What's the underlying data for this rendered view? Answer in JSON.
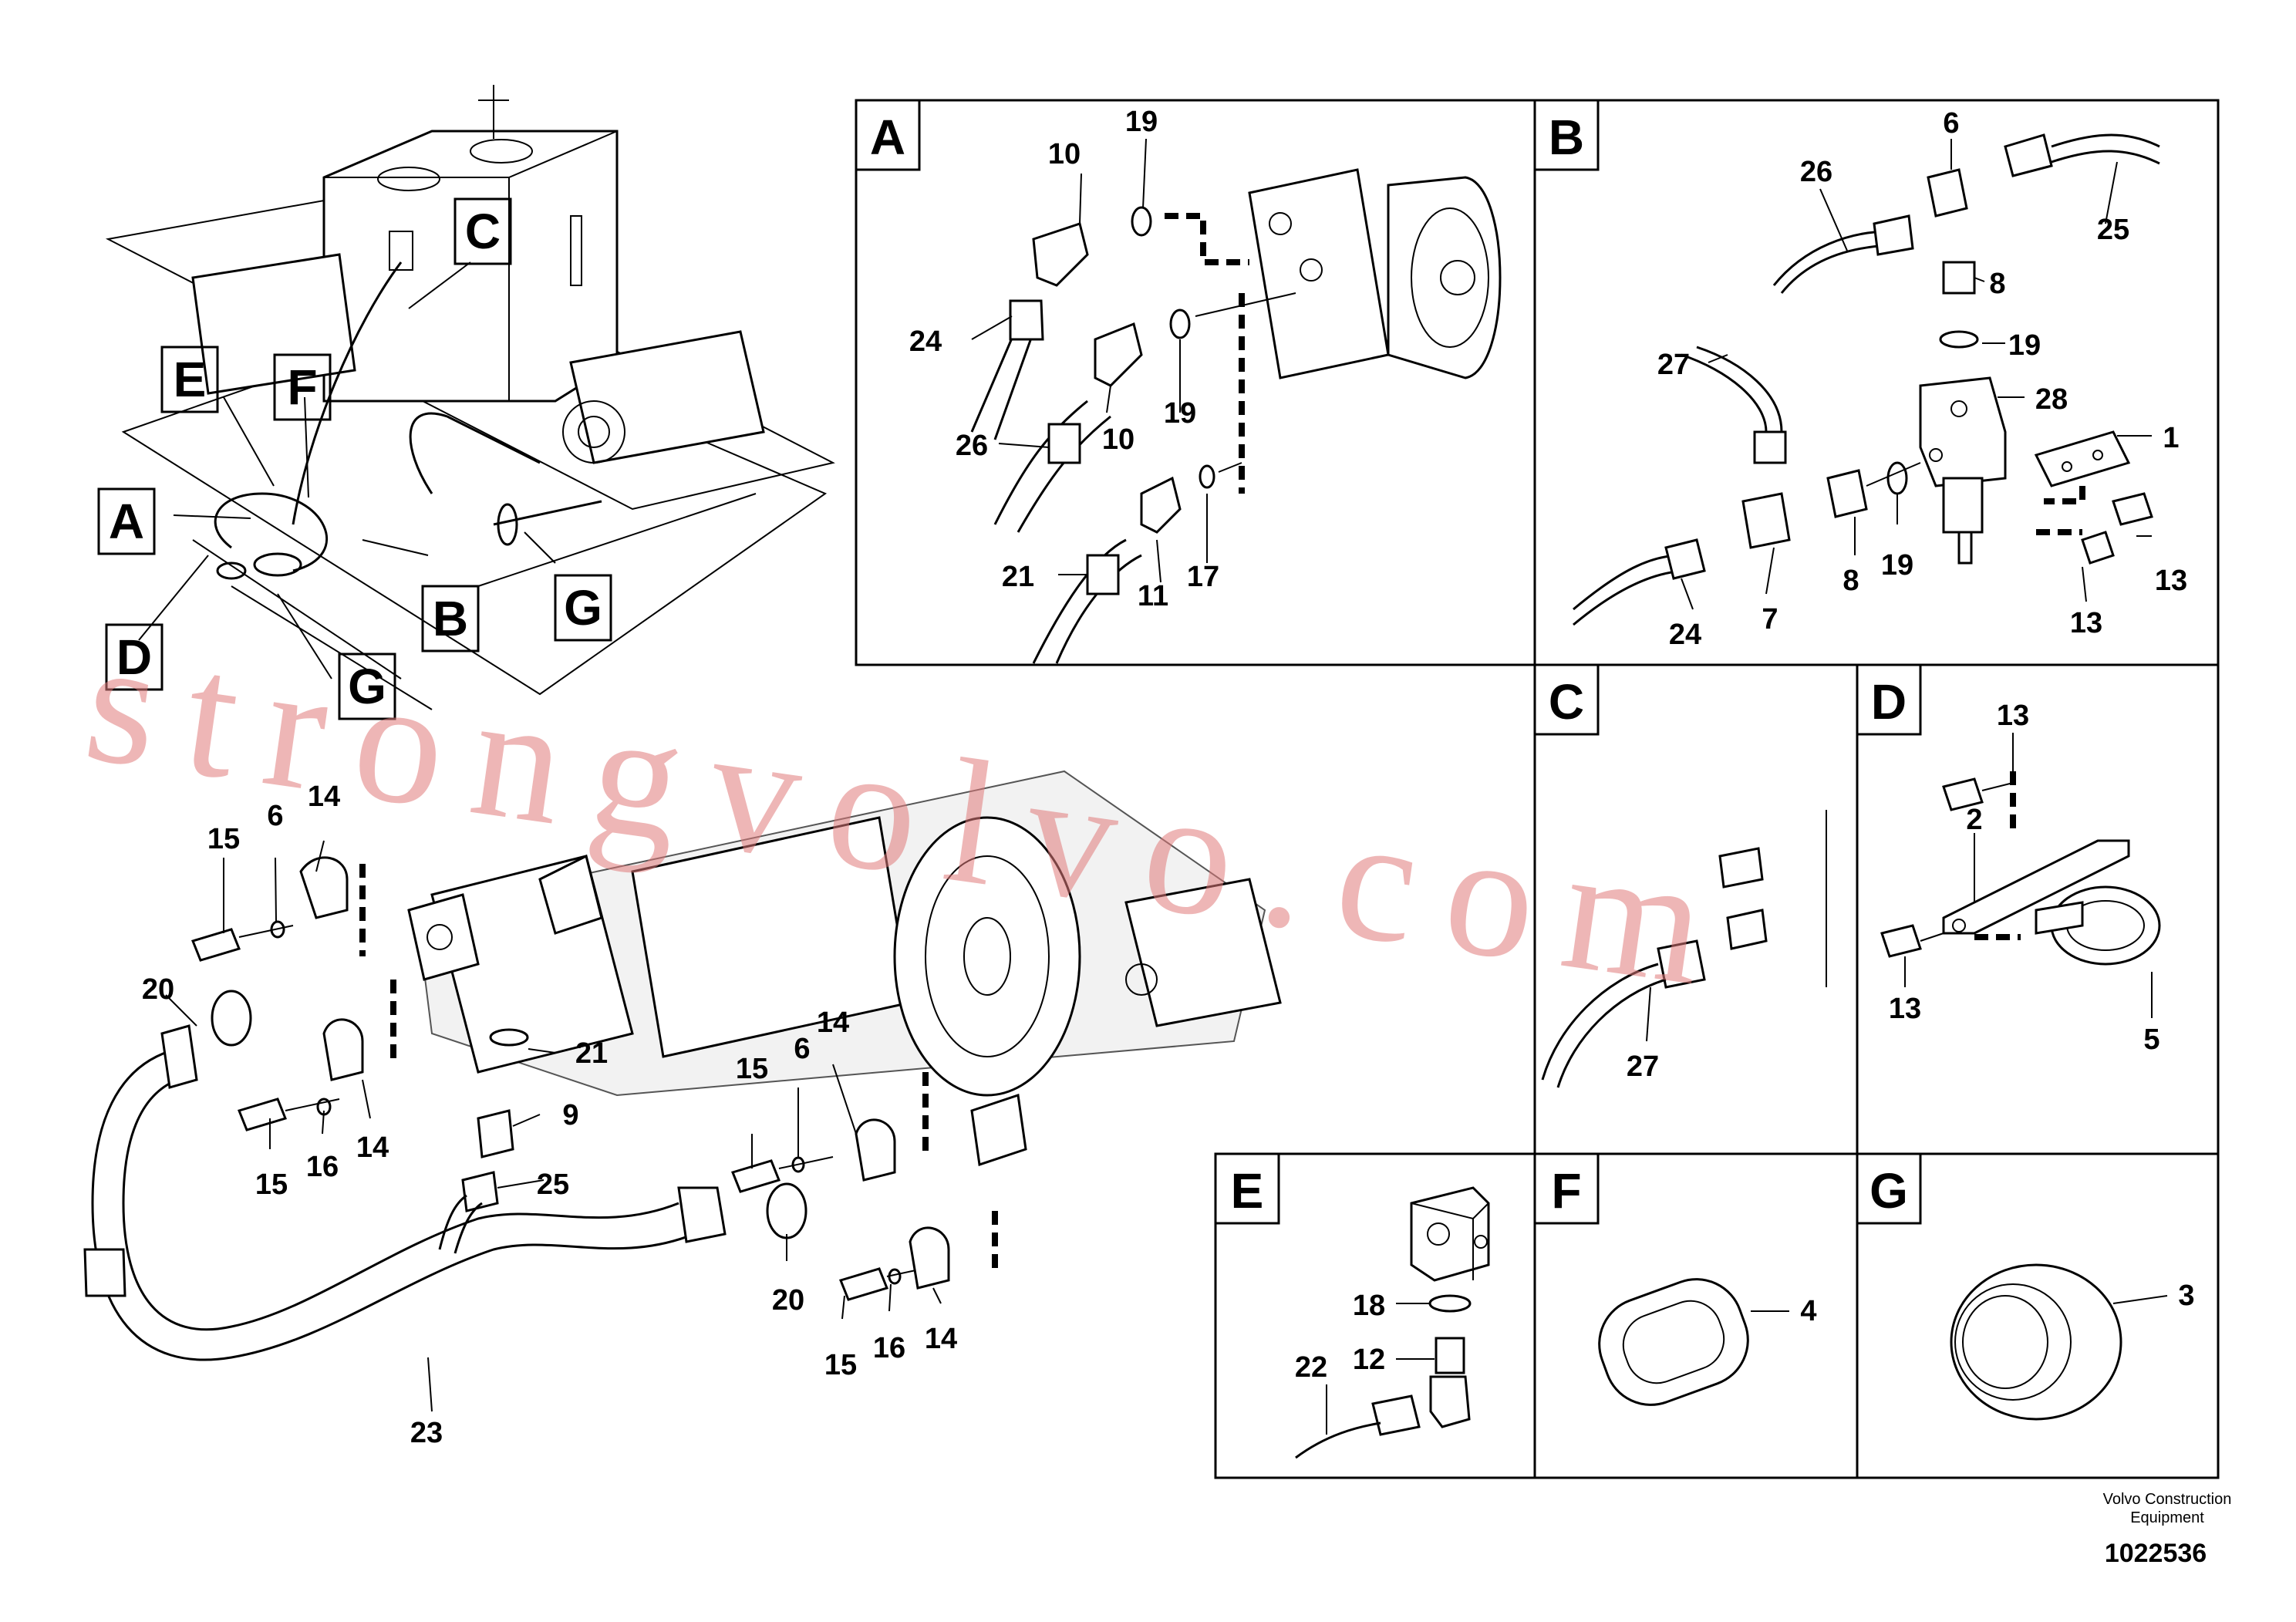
{
  "panels": {
    "A": {
      "letter": "A",
      "callouts": [
        "19",
        "10",
        "24",
        "26",
        "10",
        "19",
        "21",
        "11",
        "17"
      ]
    },
    "B": {
      "letter": "B",
      "callouts": [
        "6",
        "26",
        "25",
        "8",
        "19",
        "27",
        "28",
        "1",
        "13",
        "13",
        "24",
        "7",
        "8",
        "19"
      ]
    },
    "C": {
      "letter": "C",
      "callouts": [
        "27"
      ]
    },
    "D": {
      "letter": "D",
      "callouts": [
        "13",
        "2",
        "13",
        "5"
      ]
    },
    "E": {
      "letter": "E",
      "callouts": [
        "18",
        "12",
        "22"
      ]
    },
    "F": {
      "letter": "F",
      "callouts": [
        "4"
      ]
    },
    "G": {
      "letter": "G",
      "callouts": [
        "3"
      ]
    }
  },
  "overview_labels": [
    "C",
    "E",
    "F",
    "A",
    "B",
    "G",
    "D",
    "G"
  ],
  "main_callouts": [
    "15",
    "6",
    "14",
    "20",
    "21",
    "9",
    "25",
    "15",
    "16",
    "14",
    "15",
    "6",
    "14",
    "20",
    "15",
    "16",
    "14",
    "23"
  ],
  "credit": {
    "line1": "Volvo Construction",
    "line2": "Equipment"
  },
  "part_number": "1022536",
  "watermark": "strongvolvo.com",
  "colors": {
    "watermark": "#e07a7a",
    "line": "#000000"
  }
}
